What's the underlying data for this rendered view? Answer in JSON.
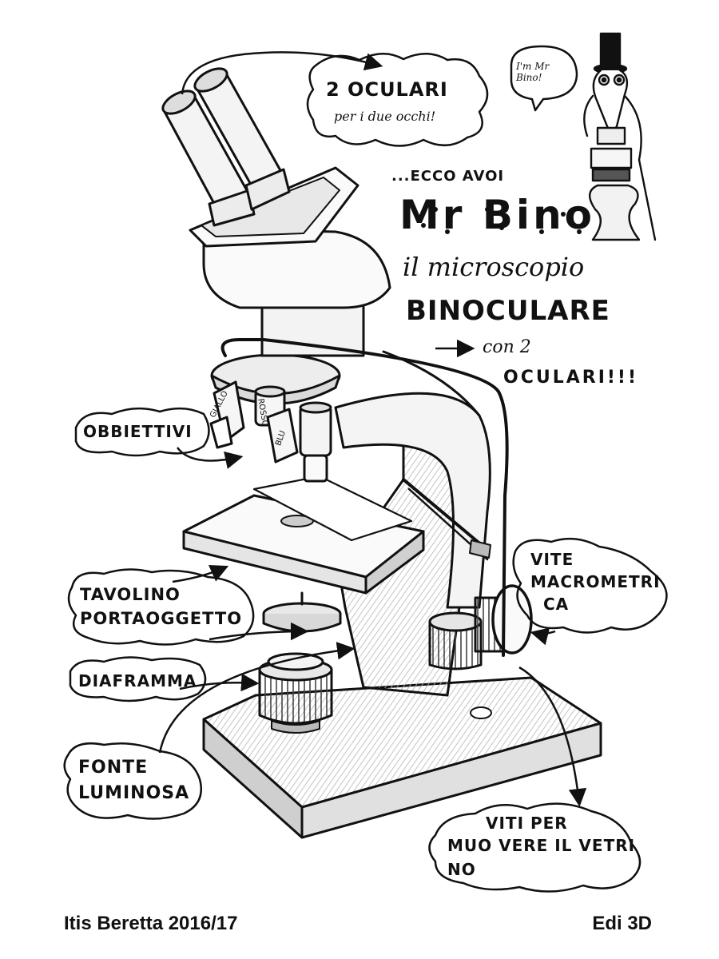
{
  "callouts": {
    "oculari_title": "2 OCULARI",
    "oculari_sub": "per i due occhi!",
    "speech": "I'm Mr Bino!",
    "intro": "...ECCO AVOI",
    "name": "Mr Bino",
    "subtitle": "il microscopio",
    "binoculare": "BINOCULARE",
    "con2": "con 2",
    "oculari_excl": "OCULARI!!!",
    "obbiettivi": "OBBIETTIVI",
    "tavolino_1": "TAVOLINO",
    "tavolino_2": "PORTAOGGETTO",
    "diaframma": "DIAFRAMMA",
    "fonte_1": "FONTE",
    "fonte_2": "LUMINOSA",
    "vite_1": "VITE",
    "vite_2": "MACROMETRI",
    "vite_3": "CA",
    "viti_1": "VITI PER",
    "viti_2": "MUO VERE IL VETRI",
    "viti_3": "NO"
  },
  "objective_labels": {
    "giallo": "GIALLO",
    "rosso": "ROSSO",
    "blu": "BLU"
  },
  "footer": {
    "left": "Itis Beretta 2016/17",
    "right": "Edi 3D"
  }
}
